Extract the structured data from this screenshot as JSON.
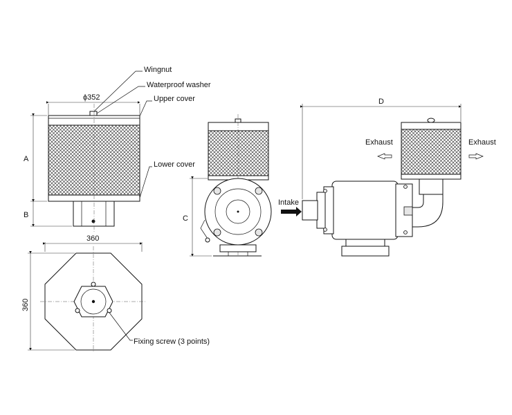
{
  "labels": {
    "wingnut": "Wingnut",
    "waterproof_washer": "Waterproof washer",
    "upper_cover": "Upper cover",
    "lower_cover": "Lower cover",
    "diameter": "ϕ352",
    "dim_a": "A",
    "dim_b": "B",
    "dim_c": "C",
    "dim_d": "D",
    "width_360": "360",
    "height_360": "360",
    "fixing_screw": "Fixing screw (3 points)",
    "exhaust_left": "Exhaust",
    "exhaust_right": "Exhaust",
    "intake": "Intake"
  }
}
